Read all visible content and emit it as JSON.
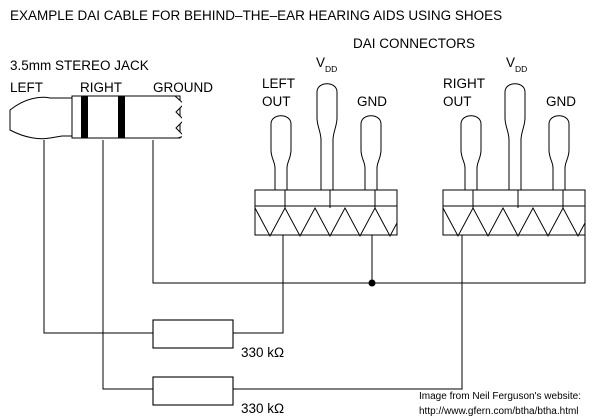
{
  "title": "EXAMPLE DAI CABLE FOR BEHIND–THE–EAR HEARING AIDS USING SHOES",
  "jack": {
    "name": "3.5mm STEREO JACK",
    "left": "LEFT",
    "right": "RIGHT",
    "ground": "GROUND"
  },
  "dai_connectors": {
    "title": "DAI CONNECTORS",
    "left_connector": {
      "out_line1": "LEFT",
      "out_line2": "OUT",
      "vdd_main": "V",
      "vdd_sub": "DD",
      "gnd": "GND"
    },
    "right_connector": {
      "out_line1": "RIGHT",
      "out_line2": "OUT",
      "vdd_main": "V",
      "vdd_sub": "DD",
      "gnd": "GND"
    }
  },
  "resistors": [
    {
      "value": "330 kΩ"
    },
    {
      "value": "330 kΩ"
    }
  ],
  "credit": {
    "line1": "Image from Neil Ferguson's website:",
    "line2": "http://www.gfern.com/btha/btha.html"
  }
}
